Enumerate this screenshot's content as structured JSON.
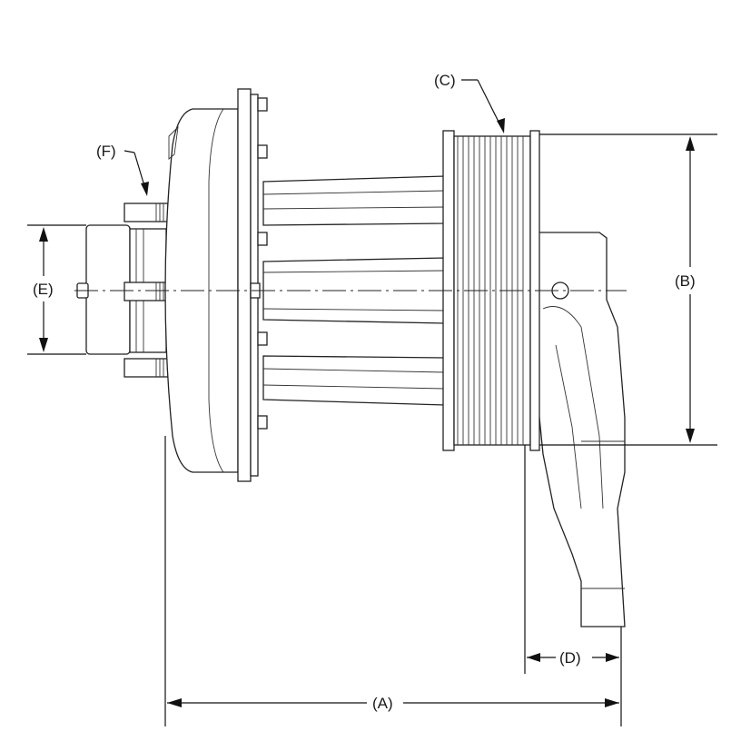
{
  "labels": {
    "A": "(A)",
    "B": "(B)",
    "C": "(C)",
    "D": "(D)",
    "E": "(E)",
    "F": "(F)"
  },
  "colors": {
    "line": "#222222",
    "background": "#ffffff"
  }
}
